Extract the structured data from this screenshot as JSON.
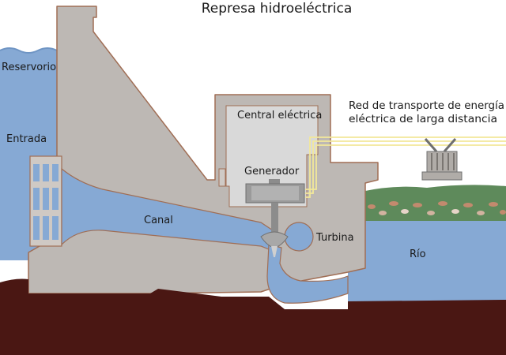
{
  "title": "Represa hidroeléctrica",
  "labels": {
    "reservoir": "Reservorio",
    "intake": "Entrada",
    "powerhouse": "Central eléctrica",
    "generator": "Generador",
    "penstock": "Canal",
    "turbine": "Turbina",
    "river": "Río",
    "transmission_line1": "Red de transporte de energía",
    "transmission_line2": "eléctrica de larga distancia"
  },
  "colors": {
    "water": "#86a9d4",
    "water_light": "#9bbbe0",
    "concrete": "#bdb8b4",
    "concrete_edge": "#a06e55",
    "ground": "#4a1713",
    "grass": "#5e8a5b",
    "wires": "#f2e89a",
    "powerhouse_fill": "#d9d9d9"
  }
}
